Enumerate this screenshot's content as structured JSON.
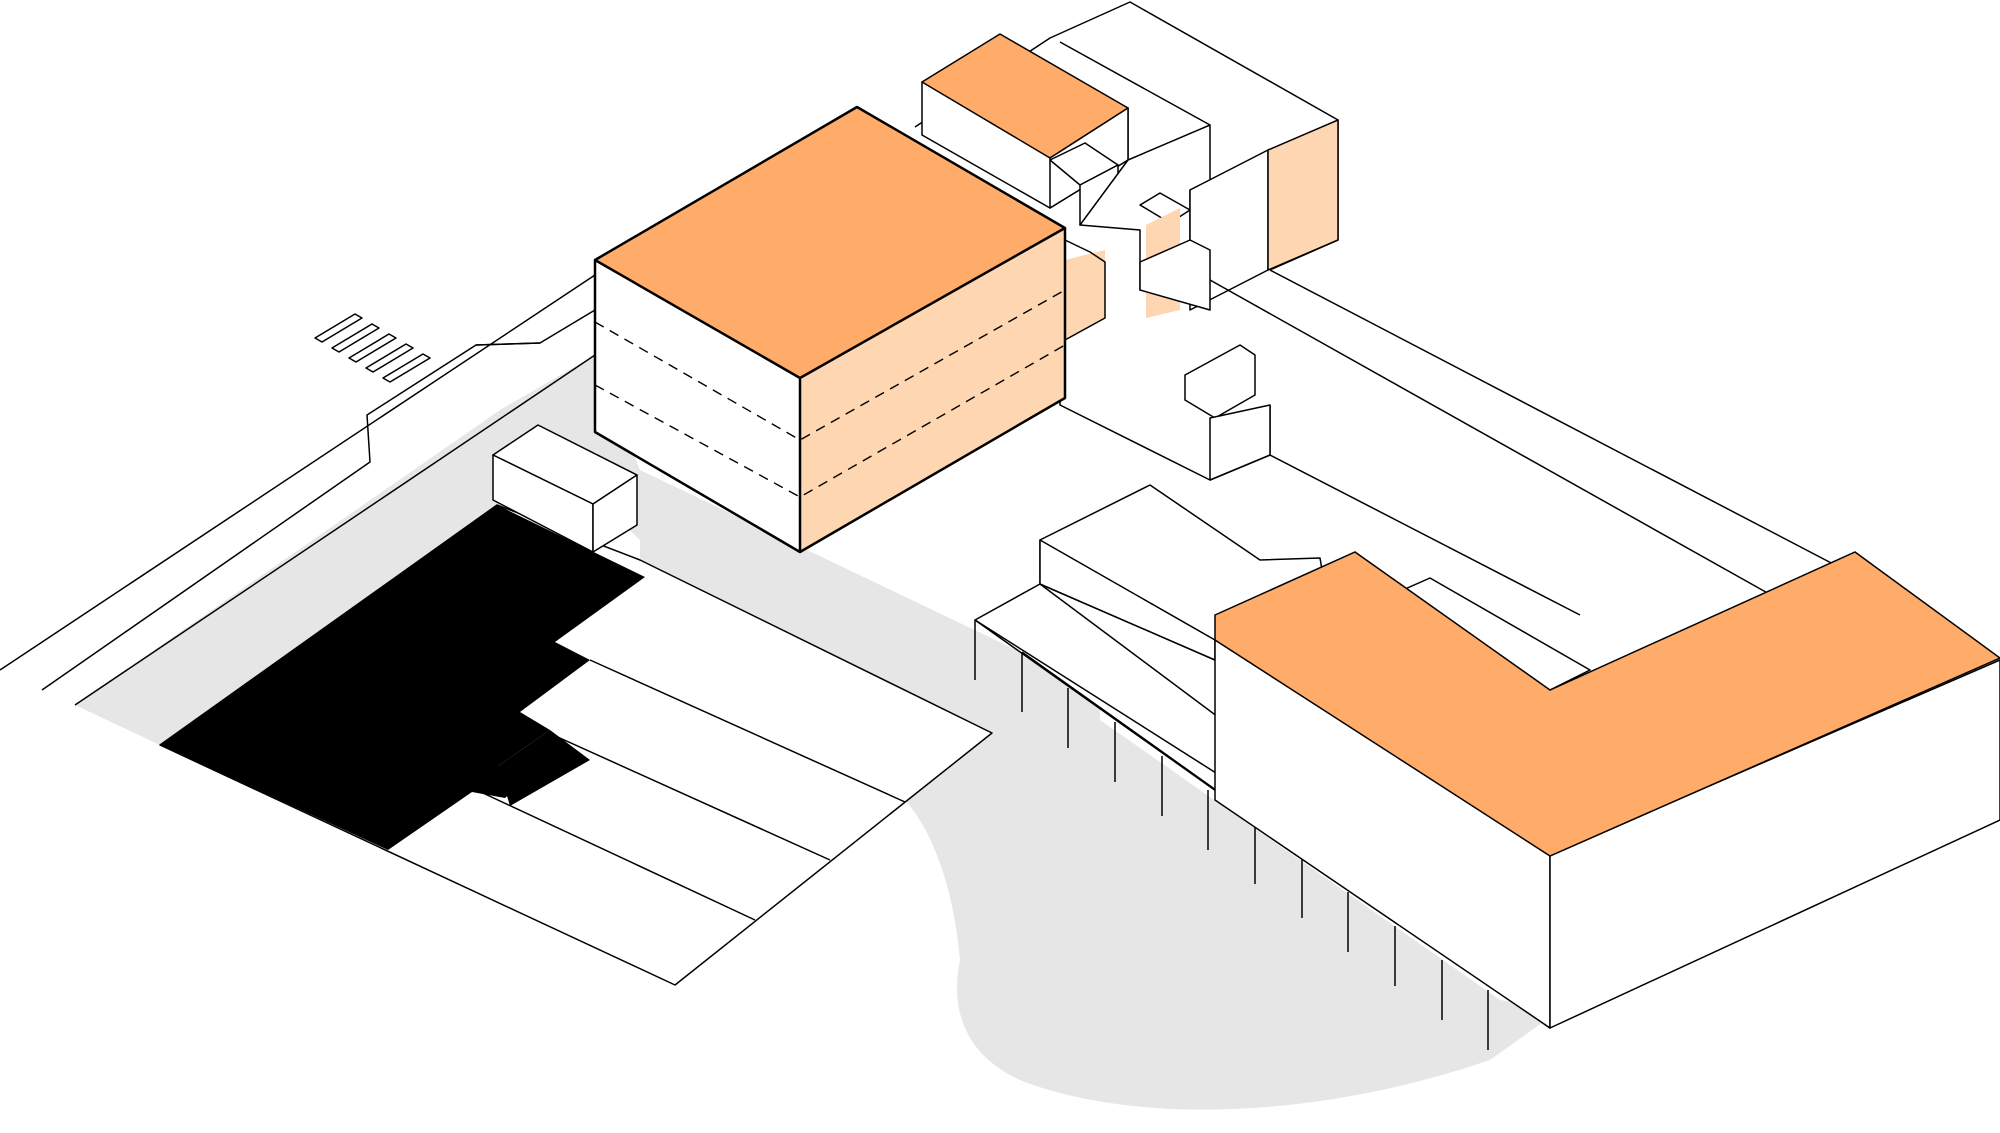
{
  "diagram": {
    "kind": "axonometric-site-massing",
    "labels": [],
    "colors": {
      "background": "#ffffff",
      "line": "#000000",
      "ground_shade": "#e6e6e6",
      "roof_highlight": "#ffac6b",
      "wall_highlight": "#fed6b2",
      "black_mass": "#000000"
    },
    "elements": [
      {
        "name": "new-building-block",
        "highlighted": true
      },
      {
        "name": "adjacent-houses-cluster",
        "highlighted": true
      },
      {
        "name": "l-shaped-building",
        "highlighted": true
      },
      {
        "name": "arcade-building",
        "highlighted": false
      },
      {
        "name": "existing-black-building",
        "highlighted": false
      },
      {
        "name": "small-annex-box",
        "highlighted": false
      },
      {
        "name": "pedestrian-crossing",
        "highlighted": false
      },
      {
        "name": "street-lanes",
        "highlighted": false
      },
      {
        "name": "ground-shadow",
        "highlighted": false
      }
    ]
  }
}
